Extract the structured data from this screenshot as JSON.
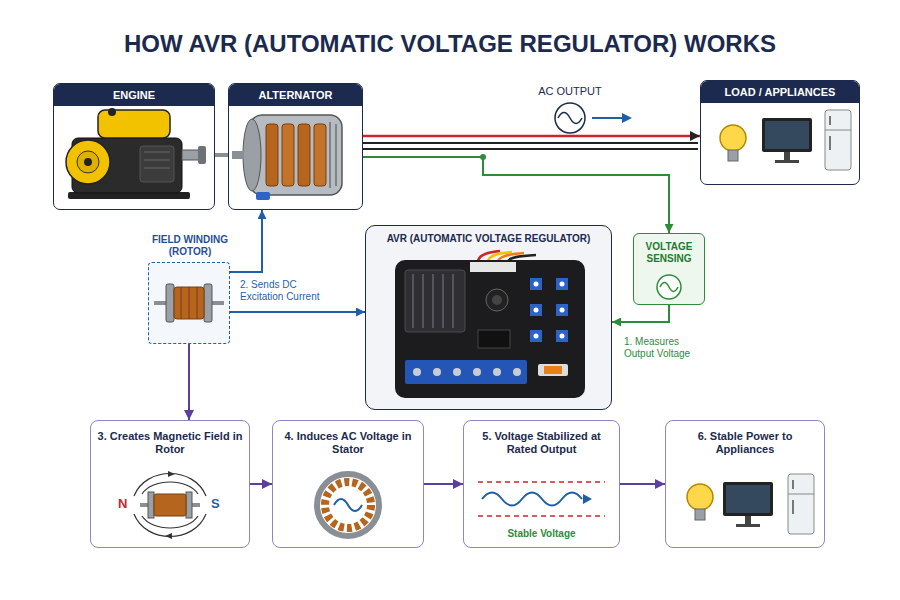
{
  "diagram": {
    "title": "HOW AVR (AUTOMATIC VOLTAGE REGULATOR) WORKS",
    "nodes": [
      {
        "text": [
          "ENGINE"
        ]
      },
      {
        "text": [
          "ALTERNATOR"
        ]
      },
      {
        "text": [
          "LOAD / APPLIANCES"
        ]
      },
      {
        "text": [
          "FIELD WINDING (ROTOR)"
        ]
      },
      {
        "text": [
          "AVR (AUTOMATIC VOLTAGE REGULATOR)"
        ]
      },
      {
        "text": [
          "VOLTAGE SENSING"
        ]
      },
      {
        "text": [
          "3. Creates Magnetic Field in Rotor"
        ]
      },
      {
        "text": [
          "4. Induces AC Voltage in Stator"
        ]
      },
      {
        "text": [
          "5. Voltage Stabilized at Rated Output",
          "Stable Voltage"
        ]
      },
      {
        "text": [
          "6. Stable Power to Appliances"
        ]
      }
    ],
    "edges": [
      {
        "from": 0,
        "to": 1,
        "arrow": "none"
      },
      {
        "from": 1,
        "to": 2,
        "arrow": "to"
      },
      {
        "from": 1,
        "to": 5,
        "arrow": "to"
      },
      {
        "from": 5,
        "to": 4,
        "label": "1. Measures Output Voltage",
        "arrow": "to"
      },
      {
        "from": 3,
        "to": 4,
        "label": "2. Sends DC Excitation Current",
        "arrow": "to"
      },
      {
        "from": 3,
        "to": 1,
        "arrow": "to"
      },
      {
        "from": 3,
        "to": 6,
        "arrow": "to"
      },
      {
        "from": 6,
        "to": 7,
        "arrow": "to"
      },
      {
        "from": 7,
        "to": 8,
        "arrow": "to"
      },
      {
        "from": 8,
        "to": 9,
        "arrow": "to"
      }
    ],
    "labels": [
      "AC OUTPUT",
      "N",
      "S"
    ]
  }
}
